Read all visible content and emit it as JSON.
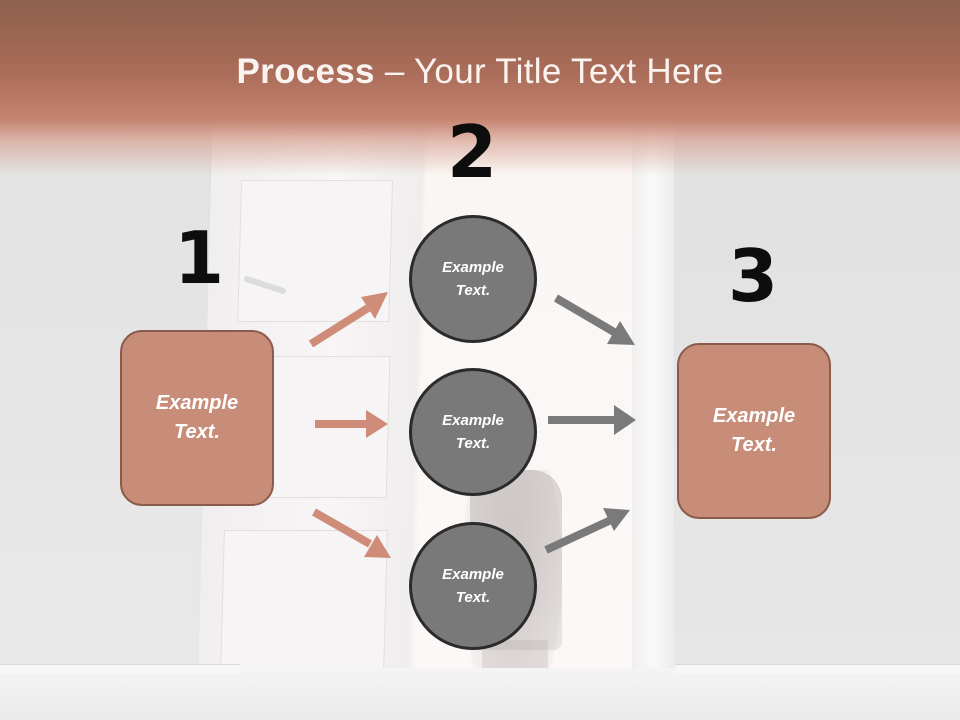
{
  "title": {
    "bold": "Process",
    "rest": " – Your Title Text Here"
  },
  "steps": {
    "one": "1",
    "two": "2",
    "three": "3"
  },
  "left_box": {
    "line1": "Example",
    "line2": "Text."
  },
  "circles": [
    {
      "line1": "Example",
      "line2": "Text."
    },
    {
      "line1": "Example",
      "line2": "Text."
    },
    {
      "line1": "Example",
      "line2": "Text."
    }
  ],
  "right_box": {
    "line1": "Example",
    "line2": "Text."
  },
  "colors": {
    "title_bar": "#a96c58",
    "box_fill": "#c88d79",
    "box_border": "#8a5a4b",
    "circle_fill": "#797979",
    "circle_border": "#2b2b2b",
    "arrow_salmon": "#cf8c78",
    "arrow_gray": "#7a7a7a"
  }
}
